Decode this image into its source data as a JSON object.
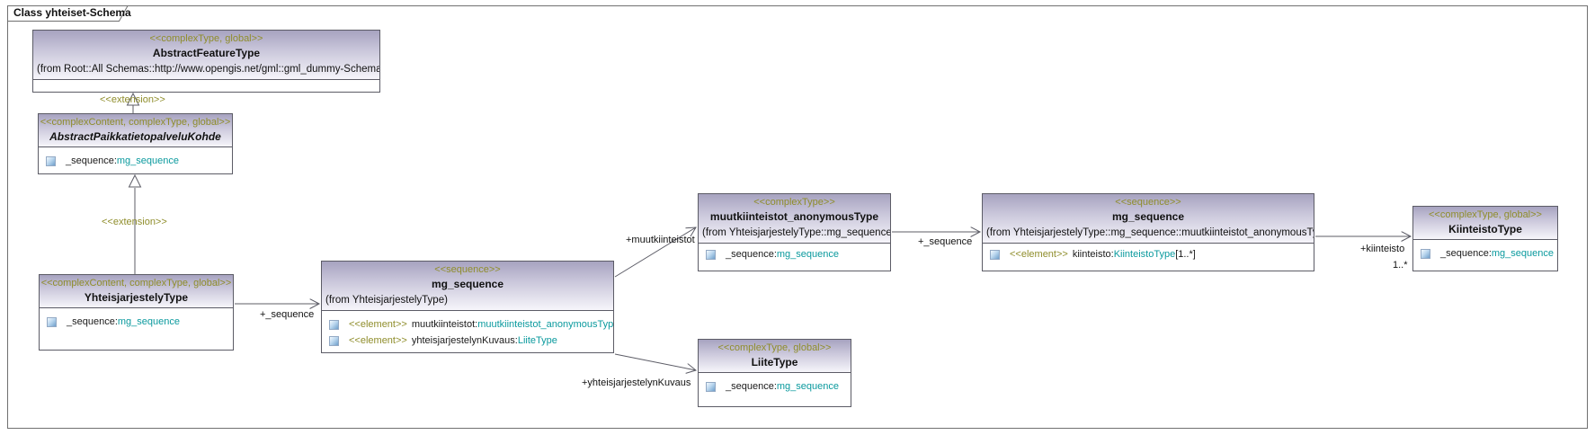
{
  "diagram": {
    "title": "Class yhteiset-Schema"
  },
  "colors": {
    "stereotype_text": "#8f8d2b",
    "type_reference_text": "#0b9a9e",
    "header_gradient_top": "#a7a3c0",
    "header_gradient_bottom": "#f6f5fa",
    "box_border": "#5c5c66",
    "connector_line": "#5c5c66"
  },
  "nodes": {
    "featureType": {
      "stereotype": "<<complexType, global>>",
      "name": "AbstractFeatureType",
      "origin": "(from Root::All Schemas::http://www.opengis.net/gml::gml_dummy-Schema)"
    },
    "paikkatieto": {
      "stereotype": "<<complexContent, complexType, global>>",
      "name": "AbstractPaikkatietopalveluKohde",
      "attributes": [
        {
          "name": "_sequence:",
          "type": "mg_sequence"
        }
      ]
    },
    "yhteisjarjestely": {
      "stereotype": "<<complexContent, complexType, global>>",
      "name": "YhteisjarjestelyType",
      "attributes": [
        {
          "name": "_sequence:",
          "type": "mg_sequence"
        }
      ]
    },
    "mgSequenceCenter": {
      "stereotype": "<<sequence>>",
      "name": "mg_sequence",
      "origin": "(from YhteisjarjestelyType)",
      "elements": [
        {
          "stereotype": "<<element>>",
          "name": "muutkiinteistot:",
          "type": "muutkiinteistot_anonymousType"
        },
        {
          "stereotype": "<<element>>",
          "name": "yhteisjarjestelynKuvaus:",
          "type": "LiiteType"
        }
      ]
    },
    "muutkiinteistotAnonymous": {
      "stereotype": "<<complexType>>",
      "name": "muutkiinteistot_anonymousType",
      "origin": "(from YhteisjarjestelyType::mg_sequence)",
      "attributes": [
        {
          "name": "_sequence:",
          "type": "mg_sequence"
        }
      ]
    },
    "mgSequenceRight": {
      "stereotype": "<<sequence>>",
      "name": "mg_sequence",
      "origin": "(from YhteisjarjestelyType::mg_sequence::muutkiinteistot_anonymousType)",
      "elements": [
        {
          "stereotype": "<<element>>",
          "name": "kiinteisto:",
          "type": "KiinteistoType",
          "suffix": "[1..*]"
        }
      ]
    },
    "kiinteistoType": {
      "stereotype": "<<complexType, global>>",
      "name": "KiinteistoType",
      "attributes": [
        {
          "name": "_sequence:",
          "type": "mg_sequence"
        }
      ]
    },
    "liiteType": {
      "stereotype": "<<complexType, global>>",
      "name": "LiiteType",
      "attributes": [
        {
          "name": "_sequence:",
          "type": "mg_sequence"
        }
      ]
    }
  },
  "edges": {
    "extensionTop": {
      "label": "<<extension>>"
    },
    "extensionBottom": {
      "label": "<<extension>>"
    },
    "sequenceFromYhteisjarjestely": {
      "label": "+_sequence"
    },
    "muutkiinteistot": {
      "label": "+muutkiinteistot"
    },
    "sequenceFromAnonymous": {
      "label": "+_sequence"
    },
    "kiinteisto": {
      "label": "+kiinteisto",
      "multiplicity": "1..*"
    },
    "yhteisjarjestelynKuvaus": {
      "label": "+yhteisjarjestelynKuvaus"
    }
  }
}
